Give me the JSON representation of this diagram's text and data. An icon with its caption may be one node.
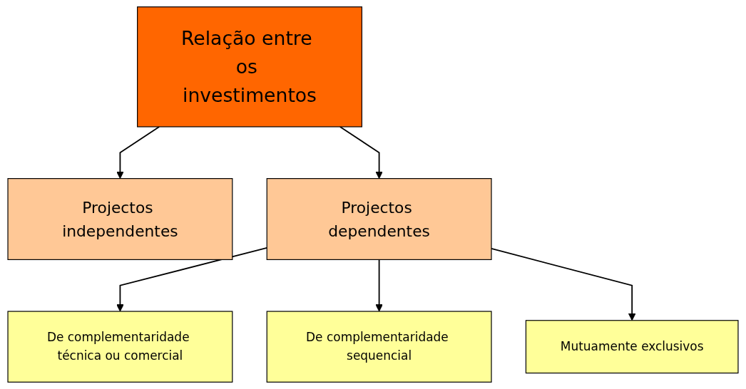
{
  "diagram": {
    "nodes": [
      {
        "text": [
          "Relação entre os investimentos"
        ]
      },
      {
        "text": [
          "Projectos independentes"
        ]
      },
      {
        "text": [
          "Projectos dependentes"
        ]
      },
      {
        "text": [
          "De complementaridade técnica ou comercial"
        ]
      },
      {
        "text": [
          "De complementaridade sequencial"
        ]
      },
      {
        "text": [
          "Mutuamente exclusivos"
        ]
      }
    ],
    "edges": [
      {
        "from": 0,
        "to": 1,
        "arrow": "to"
      },
      {
        "from": 0,
        "to": 2,
        "arrow": "to"
      },
      {
        "from": 2,
        "to": 3,
        "arrow": "to"
      },
      {
        "from": 2,
        "to": 4,
        "arrow": "to"
      },
      {
        "from": 2,
        "to": 5,
        "arrow": "to"
      }
    ]
  }
}
